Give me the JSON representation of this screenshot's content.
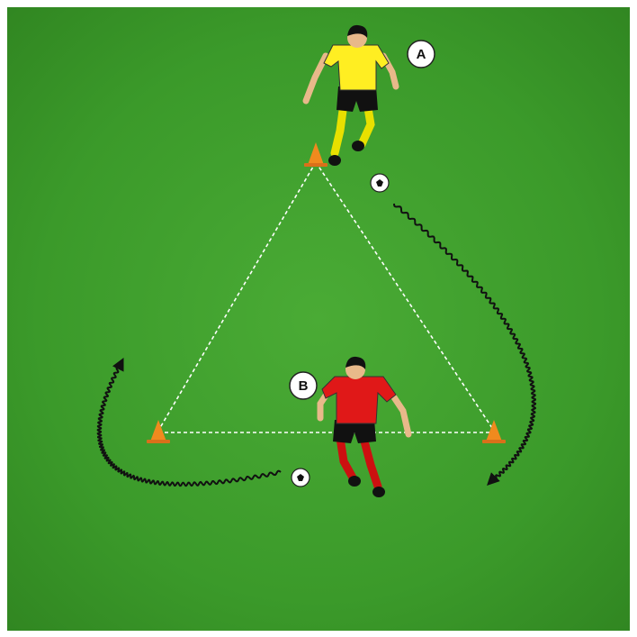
{
  "diagram": {
    "pitch_color": "#3b9a2a",
    "players": [
      {
        "id": "A",
        "label": "A",
        "shirt_color": "#ffee22",
        "shorts_color": "#111111",
        "socks_color": "#e8e000"
      },
      {
        "id": "B",
        "label": "B",
        "shirt_color": "#e01818",
        "shorts_color": "#111111",
        "socks_color": "#cc1010"
      }
    ],
    "cone_color": "#f08a1e",
    "cones": [
      "top",
      "left",
      "right"
    ],
    "balls": [
      "near-player-a",
      "near-player-b"
    ],
    "paths": [
      {
        "name": "dribble-right-path",
        "style": "wavy",
        "color": "#111111"
      },
      {
        "name": "dribble-left-path",
        "style": "wavy",
        "color": "#111111"
      }
    ],
    "triangle_line_color": "#ffffff",
    "triangle_line_style": "dashed"
  }
}
